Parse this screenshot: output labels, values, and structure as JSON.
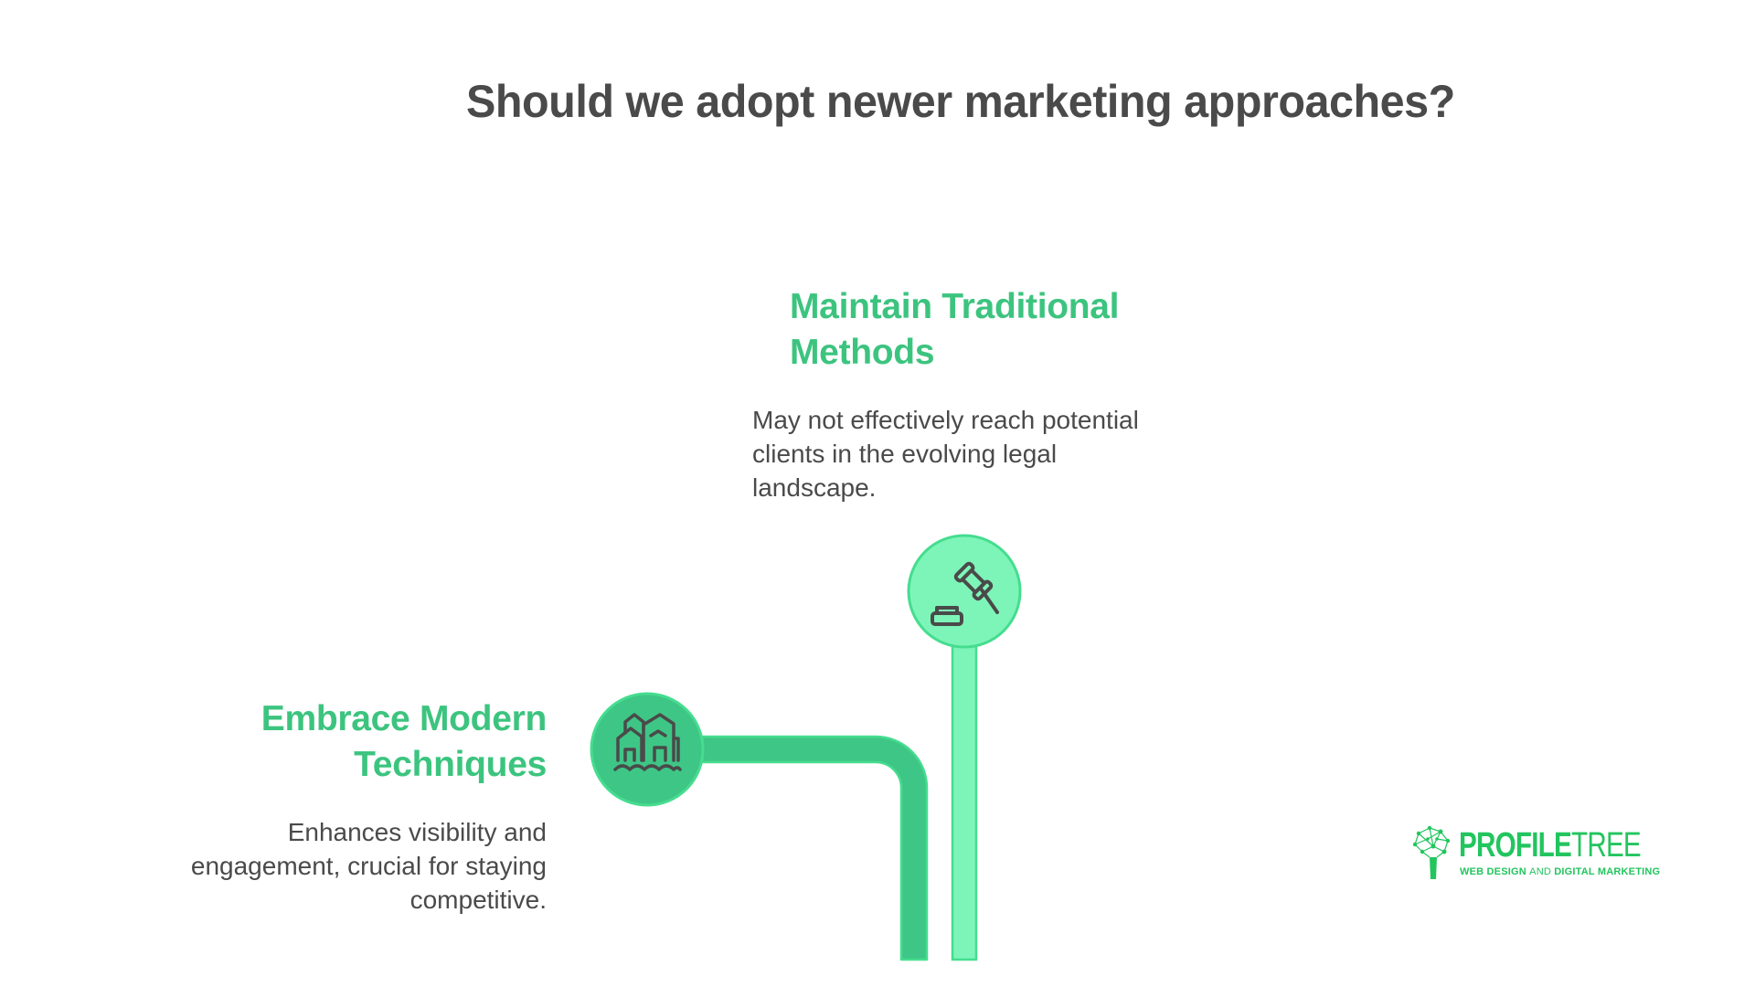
{
  "title": "Should we adopt newer marketing approaches?",
  "options": [
    {
      "id": "traditional",
      "heading_line1": "Maintain Traditional",
      "heading_line2": "Methods",
      "description_line1": "May not effectively reach potential",
      "description_line2": "clients in the evolving legal",
      "description_line3": "landscape.",
      "icon": "gavel-icon",
      "fill_color": "#7ef5b8",
      "border_color": "#45dd8f"
    },
    {
      "id": "modern",
      "heading_line1": "Embrace Modern",
      "heading_line2": "Techniques",
      "description_line1": "Enhances visibility and",
      "description_line2": "engagement, crucial for staying",
      "description_line3": "competitive.",
      "icon": "flooded-houses-icon",
      "fill_color": "#3ec686",
      "border_color": "#45dd8f"
    }
  ],
  "colors": {
    "heading_green": "#3cc47f",
    "text_gray": "#4a4a4a",
    "logo_green": "#22c55e"
  },
  "logo": {
    "word_bold": "PROFILE",
    "word_light": "TREE",
    "tagline_part1": "WEB DESIGN ",
    "tagline_part2": "AND",
    "tagline_part3": " DIGITAL MARKETING"
  }
}
